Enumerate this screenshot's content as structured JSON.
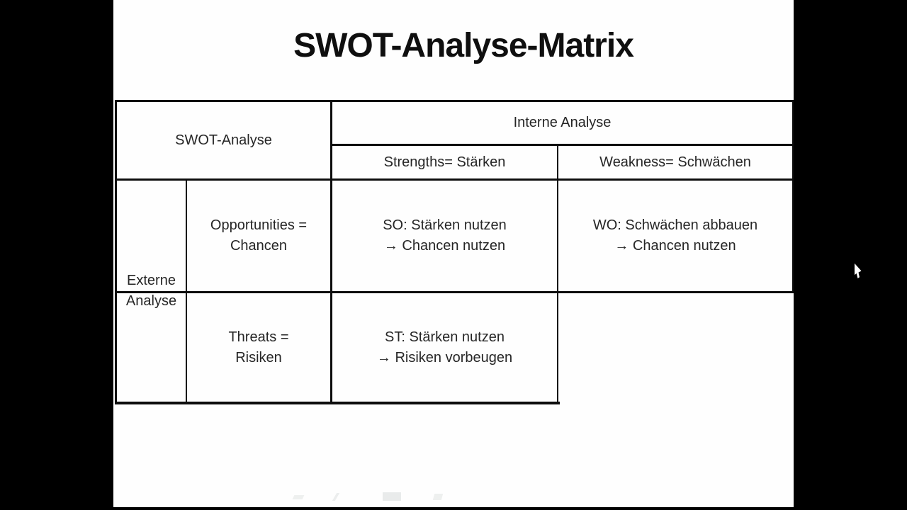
{
  "title": "SWOT-Analyse-Matrix",
  "matrix": {
    "corner_label": "SWOT-Analyse",
    "internal_group_header": "Interne Analyse",
    "external_group_header": {
      "line1": "Externe",
      "line2": "Analyse"
    },
    "col_headers": {
      "strengths": "Strengths= Stärken",
      "weakness": "Weakness= Schwächen"
    },
    "row_headers": {
      "opportunities": {
        "line1": "Opportunities =",
        "line2": "Chancen"
      },
      "threats": {
        "line1": "Threats =",
        "line2": "Risiken"
      }
    },
    "cells": {
      "so": {
        "line1": "SO: Stärken nutzen",
        "line2": "→ Chancen nutzen"
      },
      "wo": {
        "line1": "WO: Schwächen abbauen",
        "line2": "→ Chancen nutzen"
      },
      "st": {
        "line1": "ST: Stärken nutzen",
        "line2": "→ Risiken vorbeugen"
      },
      "wt": {
        "line1": "",
        "line2": ""
      }
    }
  },
  "colors": {
    "letterbox_bar": "#000000",
    "slide_background": "#fefefe",
    "table_border": "#0d0d0d",
    "text": "#262626",
    "title_text": "#0f0f0f"
  }
}
